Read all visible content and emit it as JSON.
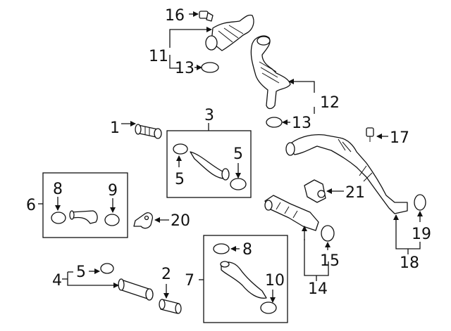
{
  "callouts": {
    "c1": "1",
    "c2": "2",
    "c3": "3",
    "c4": "4",
    "c5a": "5",
    "c5b": "5",
    "c5c": "5",
    "c6": "6",
    "c7": "7",
    "c8a": "8",
    "c8b": "8",
    "c9": "9",
    "c10": "10",
    "c11": "11",
    "c12": "12",
    "c13a": "13",
    "c13b": "13",
    "c14": "14",
    "c15": "15",
    "c16": "16",
    "c17": "17",
    "c18": "18",
    "c19": "19",
    "c20": "20",
    "c21": "21"
  },
  "colors": {
    "line": "#111111",
    "background": "#ffffff"
  }
}
